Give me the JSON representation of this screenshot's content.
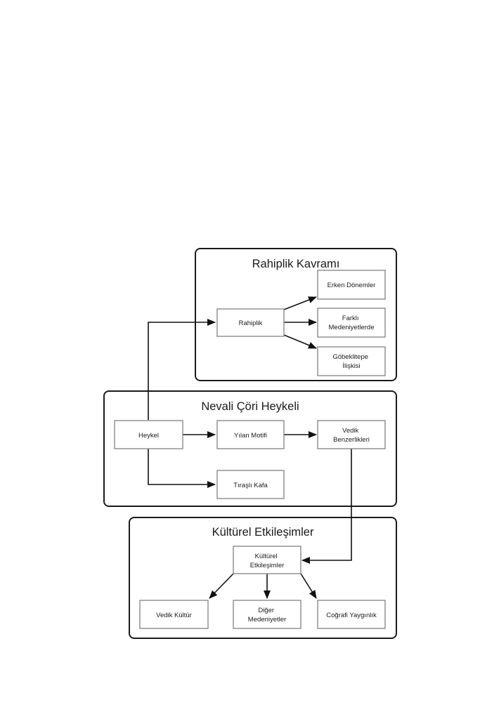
{
  "groups": {
    "rahiplik": {
      "title": "Rahiplik Kavramı"
    },
    "nevali": {
      "title": "Nevali Çöri Heykeli"
    },
    "kulturel": {
      "title": "Kültürel Etkileşimler"
    }
  },
  "nodes": {
    "rahiplik": {
      "lines": [
        "Rahiplik"
      ]
    },
    "erken_donemler": {
      "lines": [
        "Erken Dönemler"
      ]
    },
    "farkli_medeniyetlerde": {
      "lines": [
        "Farklı",
        "Medeniyetlerde"
      ]
    },
    "gobeklitepe_iliskisi": {
      "lines": [
        "Göbeklitepe",
        "İlişkisi"
      ]
    },
    "heykel": {
      "lines": [
        "Heykel"
      ]
    },
    "yilan_motifi": {
      "lines": [
        "Yılan Motifi"
      ]
    },
    "vedik_benzerlikleri": {
      "lines": [
        "Vedik",
        "Benzerlikleri"
      ]
    },
    "tirasli_kafa": {
      "lines": [
        "Tıraşlı Kafa"
      ]
    },
    "kulturel_etkilesimler": {
      "lines": [
        "Kültürel",
        "Etkileşimler"
      ]
    },
    "vedik_kultur": {
      "lines": [
        "Vedik Kültür"
      ]
    },
    "diger_medeniyetler": {
      "lines": [
        "Diğer",
        "Medeniyetler"
      ]
    },
    "cografi_yayginlik": {
      "lines": [
        "Coğrafi Yaygınlık"
      ]
    }
  },
  "edges": [
    {
      "from": "heykel",
      "to": "rahiplik"
    },
    {
      "from": "rahiplik",
      "to": "erken_donemler"
    },
    {
      "from": "rahiplik",
      "to": "farkli_medeniyetlerde"
    },
    {
      "from": "rahiplik",
      "to": "gobeklitepe_iliskisi"
    },
    {
      "from": "heykel",
      "to": "yilan_motifi"
    },
    {
      "from": "yilan_motifi",
      "to": "vedik_benzerlikleri"
    },
    {
      "from": "heykel",
      "to": "tirasli_kafa"
    },
    {
      "from": "vedik_benzerlikleri",
      "to": "kulturel_etkilesimler"
    },
    {
      "from": "kulturel_etkilesimler",
      "to": "vedik_kultur"
    },
    {
      "from": "kulturel_etkilesimler",
      "to": "diger_medeniyetler"
    },
    {
      "from": "kulturel_etkilesimler",
      "to": "cografi_yayginlik"
    }
  ]
}
